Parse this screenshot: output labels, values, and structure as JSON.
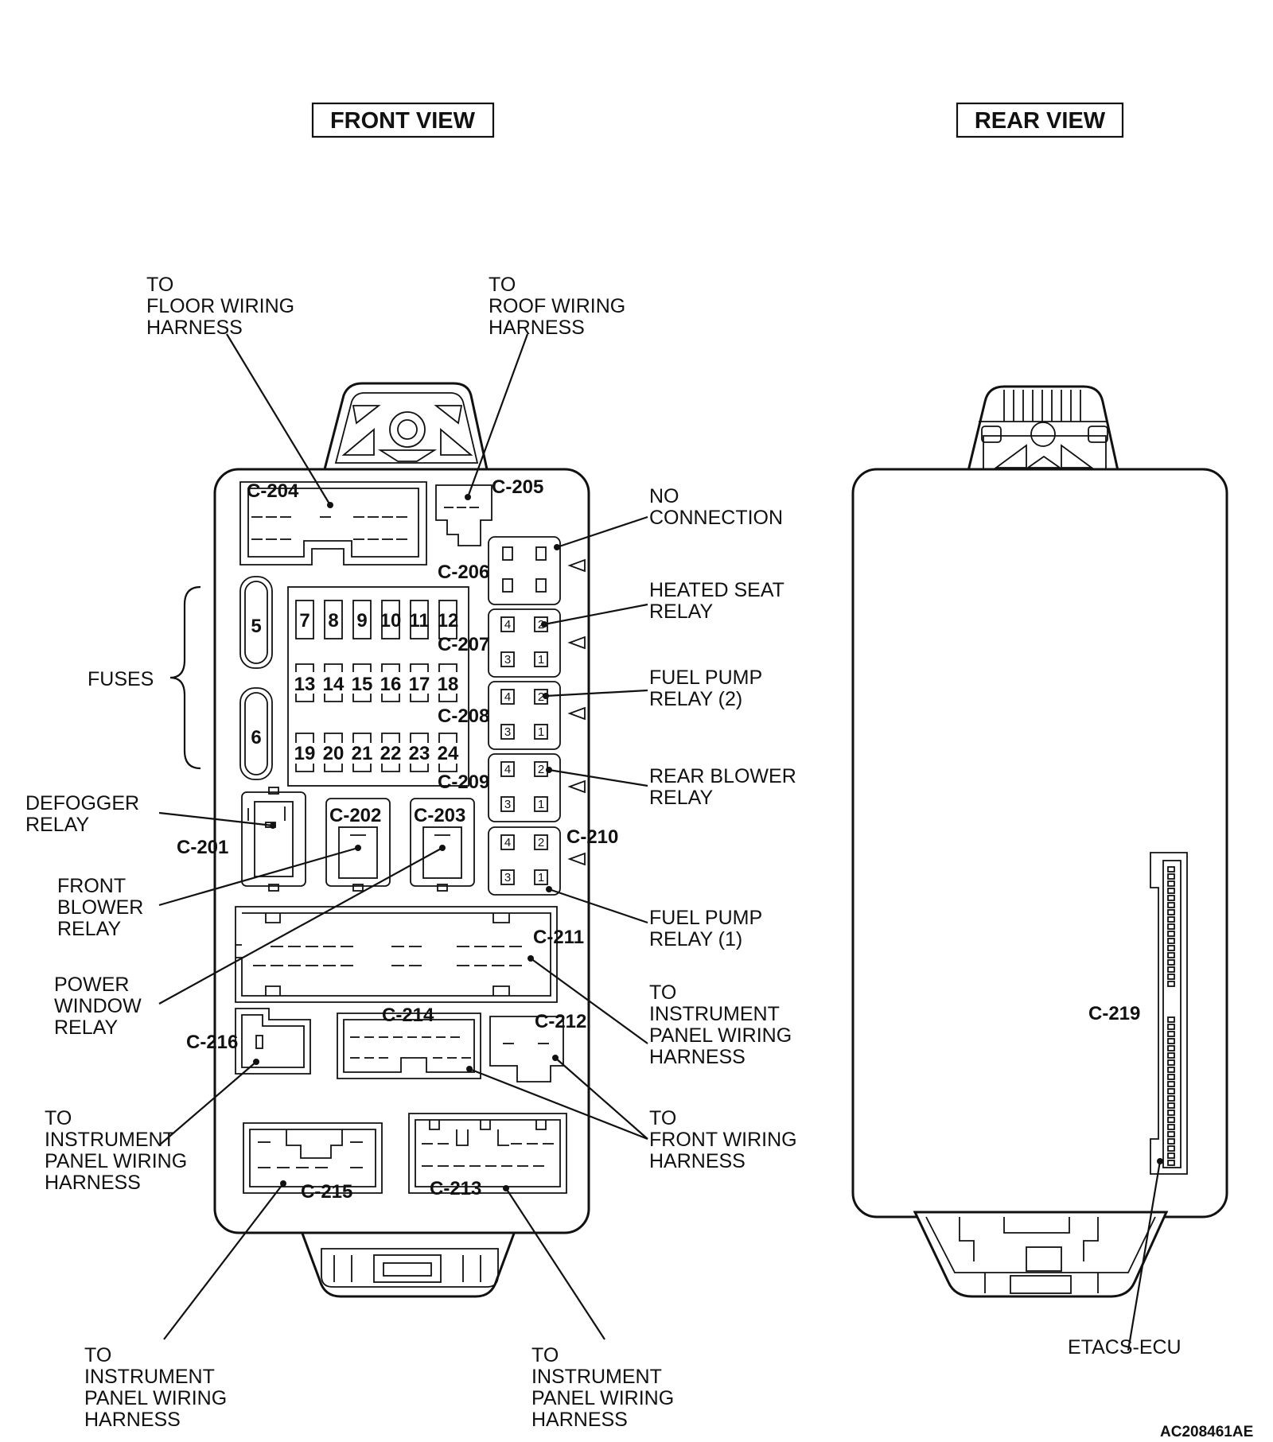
{
  "views": {
    "front": "FRONT VIEW",
    "rear": "REAR VIEW"
  },
  "callouts": {
    "floor_harness": [
      "TO",
      "FLOOR WIRING",
      "HARNESS"
    ],
    "roof_harness": [
      "TO",
      "ROOF WIRING",
      "HARNESS"
    ],
    "no_connection": [
      "NO",
      "CONNECTION"
    ],
    "heated_seat_relay": [
      "HEATED SEAT",
      "RELAY"
    ],
    "fuel_pump_relay_2": [
      "FUEL PUMP",
      "RELAY (2)"
    ],
    "rear_blower_relay": [
      "REAR BLOWER",
      "RELAY"
    ],
    "fuel_pump_relay_1": [
      "FUEL PUMP",
      "RELAY (1)"
    ],
    "ip_harness_right": [
      "TO",
      "INSTRUMENT",
      "PANEL WIRING",
      "HARNESS"
    ],
    "front_harness": [
      "TO",
      "FRONT WIRING",
      "HARNESS"
    ],
    "fuses": "FUSES",
    "defogger_relay": [
      "DEFOGGER",
      "RELAY"
    ],
    "front_blower_relay": [
      "FRONT",
      "BLOWER",
      "RELAY"
    ],
    "power_window_relay": [
      "POWER",
      "WINDOW",
      "RELAY"
    ],
    "ip_harness_left": [
      "TO",
      "INSTRUMENT",
      "PANEL WIRING",
      "HARNESS"
    ],
    "ip_harness_bottom_left": [
      "TO",
      "INSTRUMENT",
      "PANEL WIRING",
      "HARNESS"
    ],
    "ip_harness_bottom_right": [
      "TO",
      "INSTRUMENT",
      "PANEL WIRING",
      "HARNESS"
    ],
    "etacs_ecu": "ETACS-ECU"
  },
  "connectors": {
    "c201": "C-201",
    "c202": "C-202",
    "c203": "C-203",
    "c204": "C-204",
    "c205": "C-205",
    "c206": "C-206",
    "c207": "C-207",
    "c208": "C-208",
    "c209": "C-209",
    "c210": "C-210",
    "c211": "C-211",
    "c212": "C-212",
    "c213": "C-213",
    "c214": "C-214",
    "c215": "C-215",
    "c216": "C-216",
    "c219": "C-219"
  },
  "fuses": {
    "large": [
      "5",
      "6"
    ],
    "row1": [
      "7",
      "8",
      "9",
      "10",
      "11",
      "12"
    ],
    "row2": [
      "13",
      "14",
      "15",
      "16",
      "17",
      "18"
    ],
    "row3": [
      "19",
      "20",
      "21",
      "22",
      "23",
      "24"
    ]
  },
  "relay_pins": [
    "4",
    "2",
    "3",
    "1"
  ],
  "reference": "AC208461AE"
}
